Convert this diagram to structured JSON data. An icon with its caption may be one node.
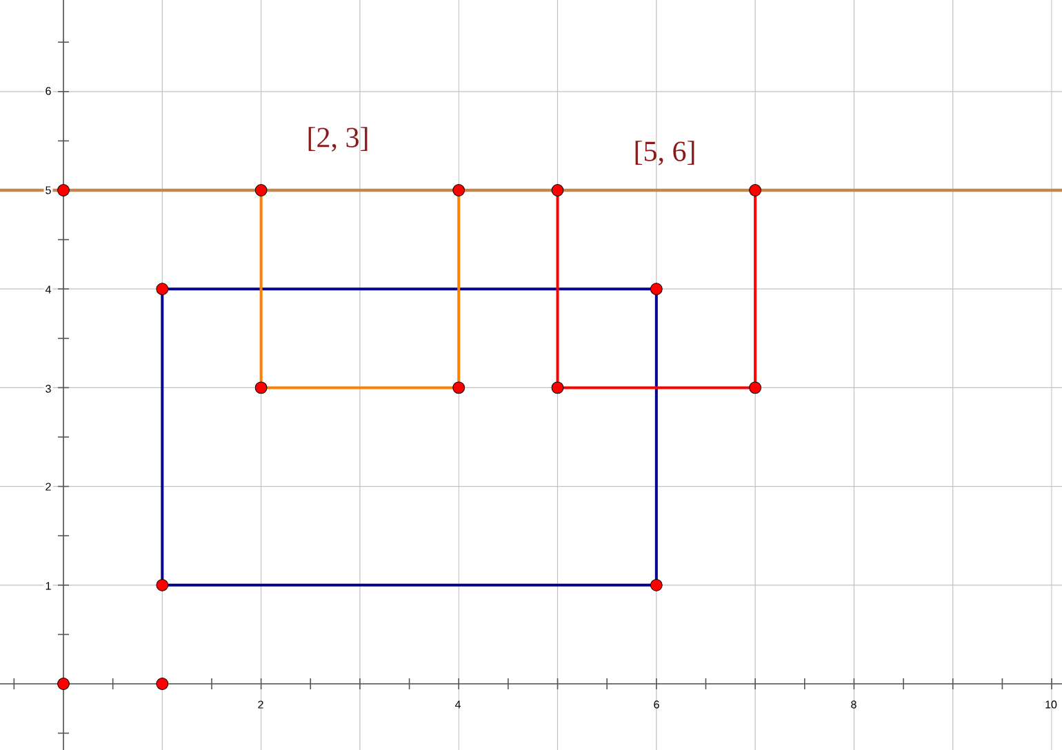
{
  "diagram": {
    "labels": [
      "6",
      "[2, 3]",
      "[5, 6]",
      "5",
      "4",
      "3",
      "2",
      "1",
      "2",
      "4",
      "6",
      "8",
      "10"
    ]
  }
}
